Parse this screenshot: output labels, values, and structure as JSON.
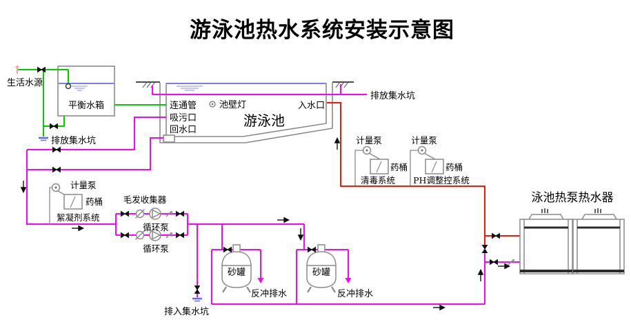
{
  "title": "游泳池热水系统安装示意图",
  "colors": {
    "title": "#ff0000",
    "supply": "#ff1400",
    "return": "#ff00ff",
    "fresh": "#00cc00",
    "water": "#7b7bf0",
    "equipment": "#8a8a8a"
  },
  "water_supply": {
    "source": "生活水源",
    "tank": "平衡水箱",
    "drain": "排放集水坑"
  },
  "pool": {
    "name": "游泳池",
    "connecting_pipe": "连通管",
    "suction_port": "吸污口",
    "return_port": "回水口",
    "wall_light": "池壁灯",
    "inlet": "入水口",
    "overflow_drain": "排放集水坑"
  },
  "flocculant": {
    "pump": "计量泵",
    "barrel": "药桶",
    "name": "絮凝剂系统"
  },
  "circulation": {
    "hair_collector": "毛发收集器",
    "pump1": "循环泵",
    "pump2": "循环泵"
  },
  "filter": {
    "tank1": "砂罐",
    "tank2": "砂罐",
    "backwash1": "反冲排水",
    "backwash2": "反冲排水",
    "drain": "排入集水坑"
  },
  "disinfection": {
    "pump": "计量泵",
    "barrel": "药桶",
    "name": "清毒系统"
  },
  "ph": {
    "pump": "计量泵",
    "barrel": "药桶",
    "name": "PH调整控系统"
  },
  "heater": {
    "name": "泳池热泵热水器"
  }
}
